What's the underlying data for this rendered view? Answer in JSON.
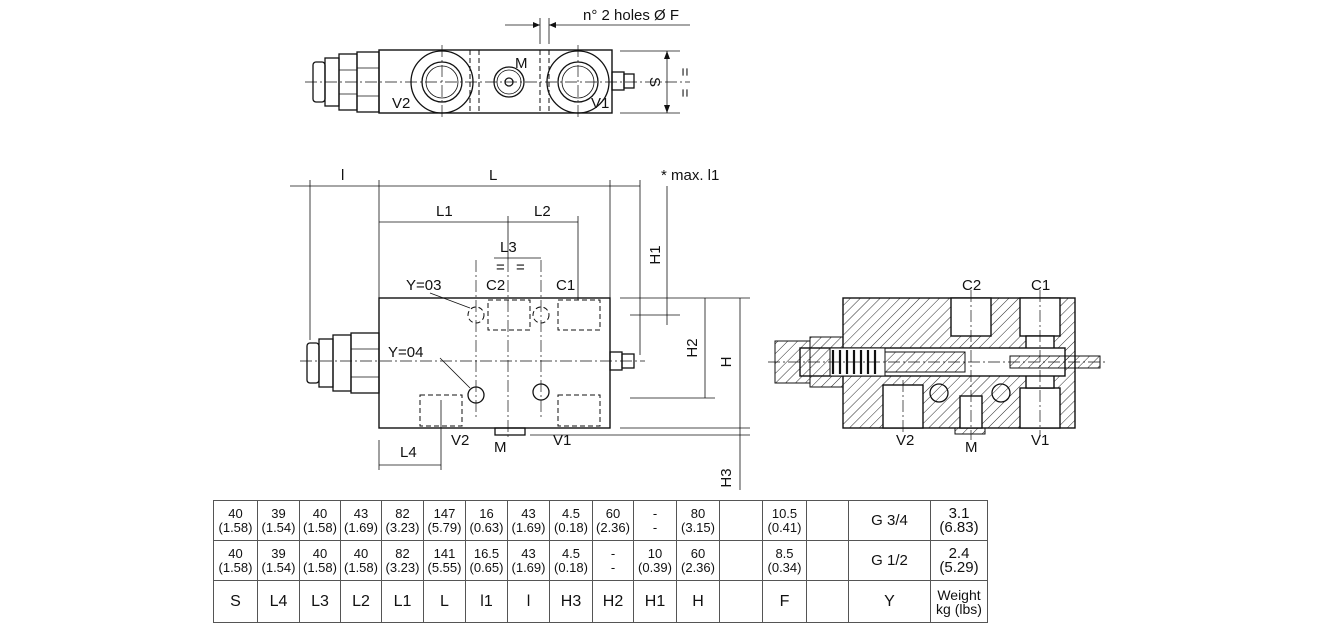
{
  "top_view": {
    "holes_note": "n° 2 holes Ø F",
    "label_v2": "V2",
    "label_v1": "V1",
    "label_m": "M",
    "dim_s": "S",
    "equal_marks": "="
  },
  "front_view": {
    "dim_l_small": "l",
    "dim_L": "L",
    "dim_max_l1": "* max. l1",
    "dim_L1": "L1",
    "dim_L2": "L2",
    "dim_L3": "L3",
    "dim_L4": "L4",
    "dim_H1": "H1",
    "dim_H2": "H2",
    "dim_H": "H",
    "dim_H3": "H3",
    "label_c2": "C2",
    "label_c1": "C1",
    "label_y03": "Y=03",
    "label_y04": "Y=04",
    "label_v2": "V2",
    "label_m": "M",
    "label_v1": "V1",
    "equal_marks": "="
  },
  "section_view": {
    "label_c2": "C2",
    "label_c1": "C1",
    "label_v2": "V2",
    "label_m": "M",
    "label_v1": "V1"
  },
  "table": {
    "rows": [
      [
        [
          "40",
          "(1.58)"
        ],
        [
          "39",
          "(1.54)"
        ],
        [
          "40",
          "(1.58)"
        ],
        [
          "43",
          "(1.69)"
        ],
        [
          "82",
          "(3.23)"
        ],
        [
          "147",
          "(5.79)"
        ],
        [
          "16",
          "(0.63)"
        ],
        [
          "43",
          "(1.69)"
        ],
        [
          "4.5",
          "(0.18)"
        ],
        [
          "60",
          "(2.36)"
        ],
        [
          "-",
          "-"
        ],
        [
          "80",
          "(3.15)"
        ],
        [
          "",
          ""
        ],
        [
          "10.5",
          "(0.41)"
        ],
        [
          "",
          ""
        ],
        [
          "G 3/4",
          ""
        ],
        [
          "3.1",
          "(6.83)"
        ]
      ],
      [
        [
          "40",
          "(1.58)"
        ],
        [
          "39",
          "(1.54)"
        ],
        [
          "40",
          "(1.58)"
        ],
        [
          "40",
          "(1.58)"
        ],
        [
          "82",
          "(3.23)"
        ],
        [
          "141",
          "(5.55)"
        ],
        [
          "16.5",
          "(0.65)"
        ],
        [
          "43",
          "(1.69)"
        ],
        [
          "4.5",
          "(0.18)"
        ],
        [
          "-",
          "-"
        ],
        [
          "10",
          "(0.39)"
        ],
        [
          "60",
          "(2.36)"
        ],
        [
          "",
          ""
        ],
        [
          "8.5",
          "(0.34)"
        ],
        [
          "",
          ""
        ],
        [
          "G 1/2",
          ""
        ],
        [
          "2.4",
          "(5.29)"
        ]
      ]
    ],
    "headers": [
      "S",
      "L4",
      "L3",
      "L2",
      "L1",
      "L",
      "l1",
      "l",
      "H3",
      "H2",
      "H1",
      "H",
      "",
      "F",
      "",
      "Y",
      "Weight",
      "kg (lbs)"
    ]
  }
}
